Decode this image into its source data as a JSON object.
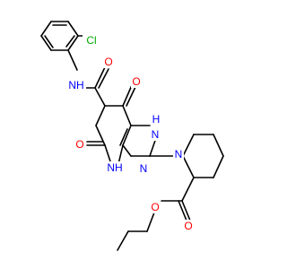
{
  "colors": {
    "background": "#ffffff",
    "bond": "#000000",
    "carbon": "#000000",
    "oxygen": "#ff0000",
    "nitrogen": "#0000ff",
    "chlorine": "#00aa00"
  },
  "atoms": {
    "cl": "Cl",
    "amide_nh": "NH",
    "amide_o": "O",
    "ring_o_top": "O",
    "ring_nh": "N",
    "ring_h": "H",
    "lactam_o": "O",
    "lactam_nh": "NH",
    "pyrimidine_n": "N",
    "piperidine_n": "N",
    "ester_o_double": "O",
    "ester_o_single": "O"
  }
}
